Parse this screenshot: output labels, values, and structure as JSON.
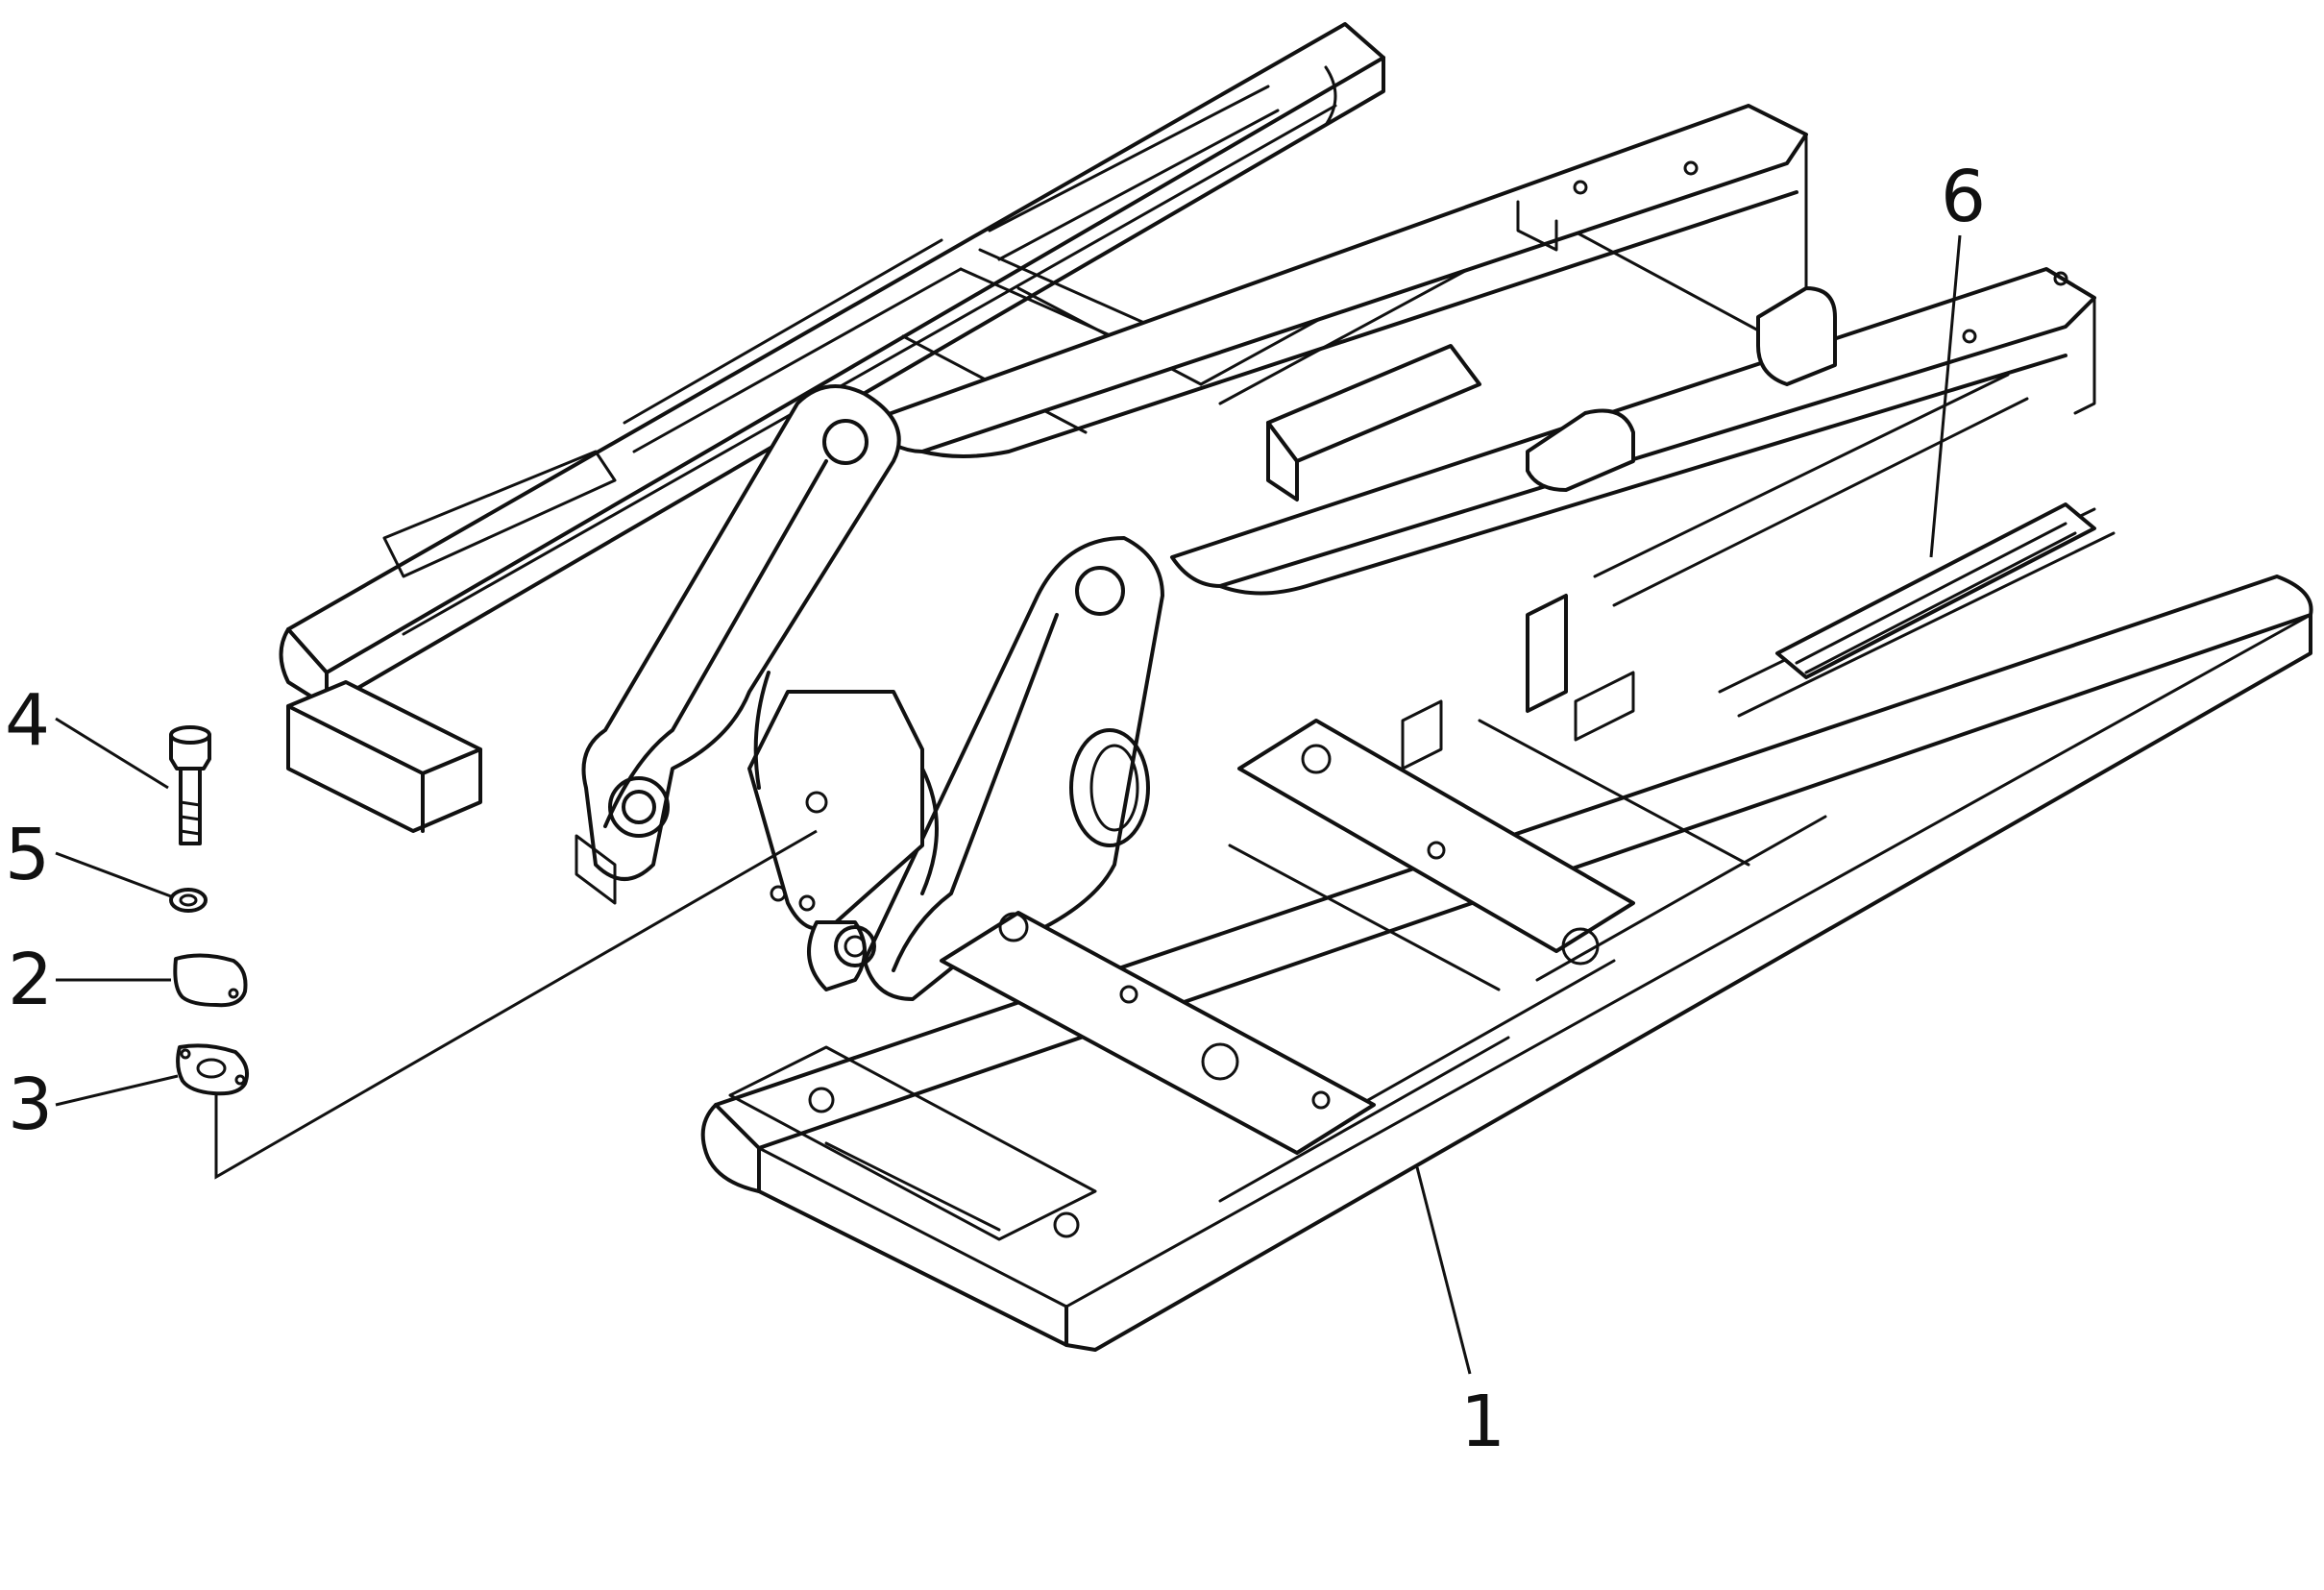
{
  "diagram": {
    "colors": {
      "ink": "#111111",
      "paper": "#ffffff"
    },
    "callouts": [
      {
        "id": "part-1",
        "label": "1"
      },
      {
        "id": "part-2",
        "label": "2"
      },
      {
        "id": "part-3",
        "label": "3"
      },
      {
        "id": "part-4",
        "label": "4"
      },
      {
        "id": "part-5",
        "label": "5"
      },
      {
        "id": "part-6",
        "label": "6"
      }
    ]
  }
}
